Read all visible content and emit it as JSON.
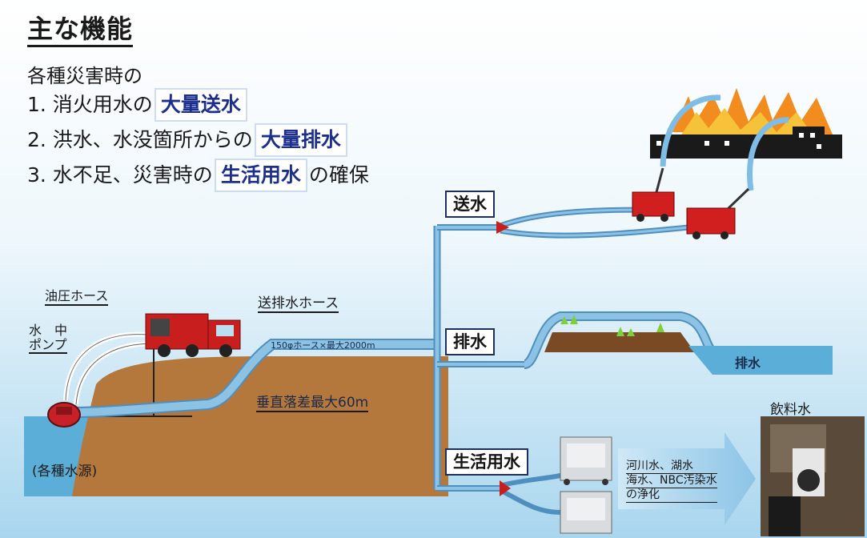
{
  "title": "主な機能",
  "intro": "各種災害時の",
  "items": [
    {
      "prefix": "1. 消火用水の",
      "highlight": "大量送水",
      "suffix": ""
    },
    {
      "prefix": "2. 洪水、水没箇所からの",
      "highlight": "大量排水",
      "suffix": ""
    },
    {
      "prefix": "3. 水不足、災害時の",
      "highlight": "生活用水",
      "suffix": "の確保"
    }
  ],
  "labels": {
    "hydraulic_hose": "油圧ホース",
    "submersible_pump_line1": "水　中",
    "submersible_pump_line2": "ポンプ",
    "water_source": "(各種水源)",
    "hose": "送排水ホース",
    "hose_spec": "150φホース×最大2000m",
    "max_drop": "垂直落差最大60m",
    "branch_send": "送水",
    "branch_drain": "排水",
    "branch_life": "生活用水",
    "drain_out": "排水",
    "drinking_water": "飲料水",
    "purify_lines": [
      "河川水、湖水",
      "海水、NBC汚染水",
      "の浄化"
    ]
  },
  "colors": {
    "sky_top": "#ffffff",
    "sky_bottom": "#a9d6ee",
    "ground": "#b5783c",
    "hose": "#7fb2d6",
    "highlight_text": "#1c2f8c",
    "truck_red": "#c81e1e",
    "fire_orange": "#f28c1e"
  }
}
